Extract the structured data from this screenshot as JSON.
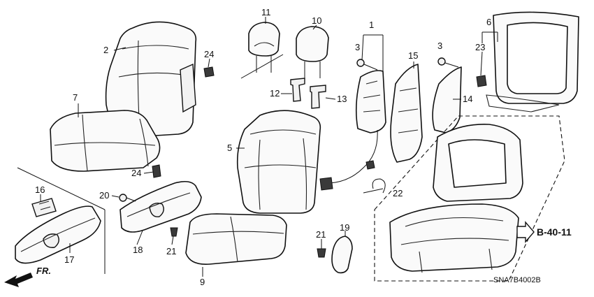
{
  "callouts": {
    "c1": "1",
    "c2": "2",
    "c3a": "3",
    "c3b": "3",
    "c5": "5",
    "c6": "6",
    "c7": "7",
    "c9": "9",
    "c10": "10",
    "c11": "11",
    "c12": "12",
    "c13": "13",
    "c14": "14",
    "c15": "15",
    "c16": "16",
    "c17": "17",
    "c18": "18",
    "c19": "19",
    "c20": "20",
    "c21a": "21",
    "c21b": "21",
    "c22": "22",
    "c23": "23",
    "c24a": "24",
    "c24b": "24"
  },
  "reference": "B-40-11",
  "front_label": "FR.",
  "diagram_code": "SNA7B4002B"
}
